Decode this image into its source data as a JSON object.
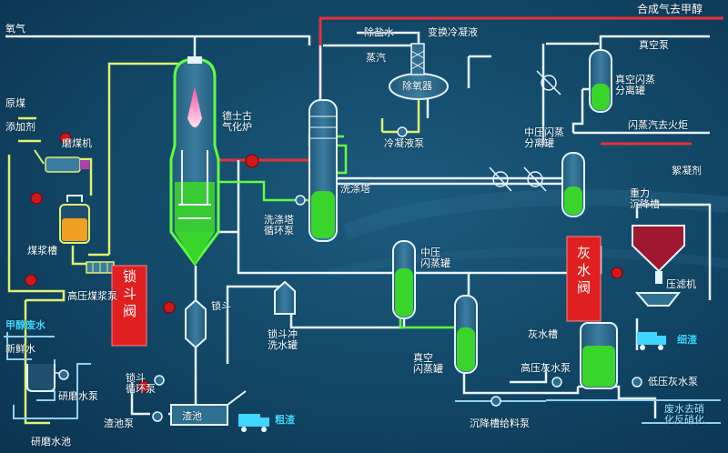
{
  "labels": {
    "syngas_to_methanol": "合成气去甲醇",
    "vacuum_pump": "真空泵",
    "oxygen": "氧气",
    "desalted_water": "除盐水",
    "exchange_condensate": "变换冷凝液",
    "steam": "蒸汽",
    "deaerator": "除氧器",
    "raw_coal": "原煤",
    "additive": "添加剂",
    "mill": "磨煤机",
    "texaco_gasifier": "德士古\n气化炉",
    "vacuum_flash_separator": "真空闪蒸\n分离罐",
    "mp_flash_separator": "中压闪蒸\n分离罐",
    "flash_gas_to_flare": "闪蒸汽去火炬",
    "flocculant": "絮凝剂",
    "gravity_settler": "重力\n沉降槽",
    "scrubber": "洗涤塔",
    "condensate_pump": "冷凝液泵",
    "slurry_tank": "煤浆槽",
    "scrubber_circ_pump": "洗涤塔\n循环泵",
    "mp_flash_tank": "中压\n闪蒸罐",
    "hp_slurry_pump": "高压煤浆泵",
    "lock_valve": "锁斗阀",
    "lock_hopper": "锁斗",
    "lockhopper_flush_tank": "锁斗冲\n洗水罐",
    "grey_water_valve": "灰水阀",
    "filter_press": "压滤机",
    "methanol_wastewater": "甲醇废水",
    "fresh_water": "新鲜水",
    "grey_water_tank": "灰水槽",
    "fine_slag": "细渣",
    "lockhopper_circ_pump": "锁斗\n循环泵",
    "vacuum_flash_tank": "真空\n闪蒸罐",
    "hp_grey_water_pump": "高压灰水泵",
    "lp_grey_water_pump": "低压灰水泵",
    "mill_water_pump": "研磨水泵",
    "slag_pool_pump": "渣池泵",
    "slag_pool": "渣池",
    "coarse_slag": "粗渣",
    "settling_feed_pump": "沉降槽给料泵",
    "wastewater_to_nitrification": "废水去硝\n化反硝化",
    "mill_water_pool": "研磨水池"
  },
  "colors": {
    "bg": "#134a6a",
    "pipe_white": "#e8f4ff",
    "pipe_yellow": "#e0f070",
    "pipe_green": "#60ff40",
    "pipe_red": "#e8303a",
    "pipe_blue": "#9fd8ff",
    "liquid_green": "#3ad52a",
    "slurry_orange": "#f0a020",
    "valve_red": "#e02020",
    "settler_red": "#a01830"
  },
  "icons": [
    "flame-icon",
    "truck-icon",
    "valve-indicator-icon",
    "heat-exchanger-icon"
  ]
}
